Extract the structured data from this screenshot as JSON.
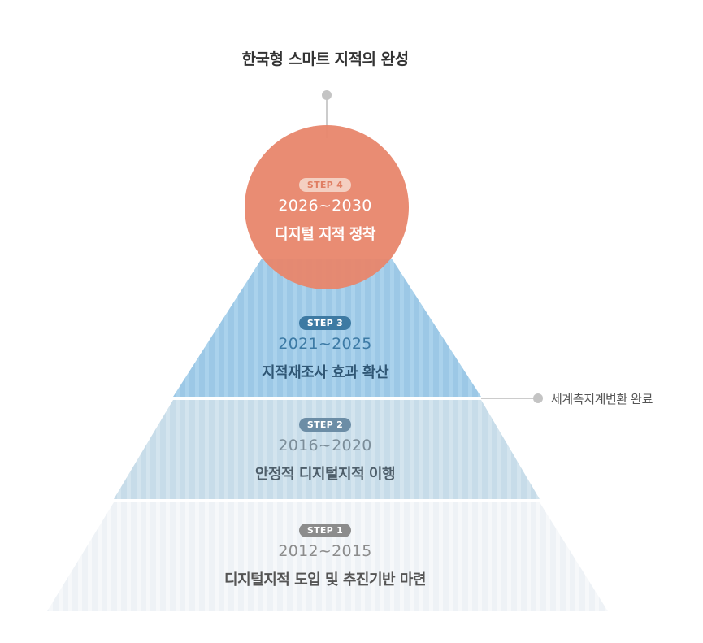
{
  "title": "한국형 스마트 지적의 완성",
  "stages": [
    {
      "badge": "STEP 4",
      "period": "2026~2030",
      "goal": "디지털 지적 정착"
    },
    {
      "badge": "STEP 3",
      "period": "2021~2025",
      "goal": "지적재조사 효과 확산"
    },
    {
      "badge": "STEP 2",
      "period": "2016~2020",
      "goal": "안정적 디지털지적 이행"
    },
    {
      "badge": "STEP 1",
      "period": "2012~2015",
      "goal": "디지털지적 도입 및 추진기반 마련"
    }
  ],
  "side_note": "세계측지계변환 완료",
  "colors": {
    "step4": "#e8866c",
    "step3": "#9fcbe8",
    "step2": "#c9dde9",
    "step1": "#eef2f6",
    "connector": "#bbbbbb"
  }
}
